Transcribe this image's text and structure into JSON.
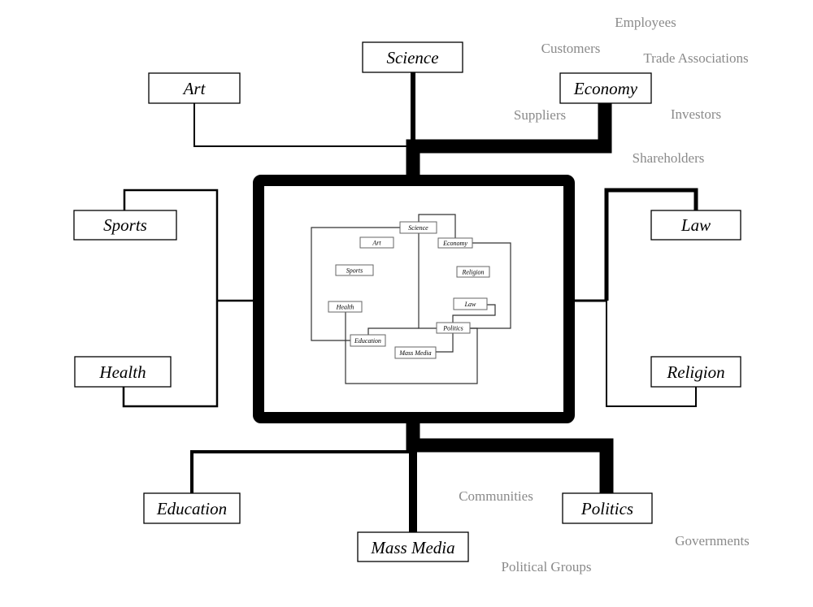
{
  "systems": {
    "science": "Science",
    "art": "Art",
    "economy": "Economy",
    "sports": "Sports",
    "health": "Health",
    "law": "Law",
    "religion": "Religion",
    "education": "Education",
    "mass_media": "Mass Media",
    "politics": "Politics"
  },
  "stakeholders": {
    "employees": "Employees",
    "customers": "Customers",
    "trade_associations": "Trade Associations",
    "suppliers": "Suppliers",
    "investors": "Investors",
    "shareholders": "Shareholders",
    "communities": "Communities",
    "governments": "Governments",
    "political_groups": "Political Groups"
  },
  "colors": {
    "line": "#000000",
    "stakeholder_text": "#8a8a8a"
  }
}
